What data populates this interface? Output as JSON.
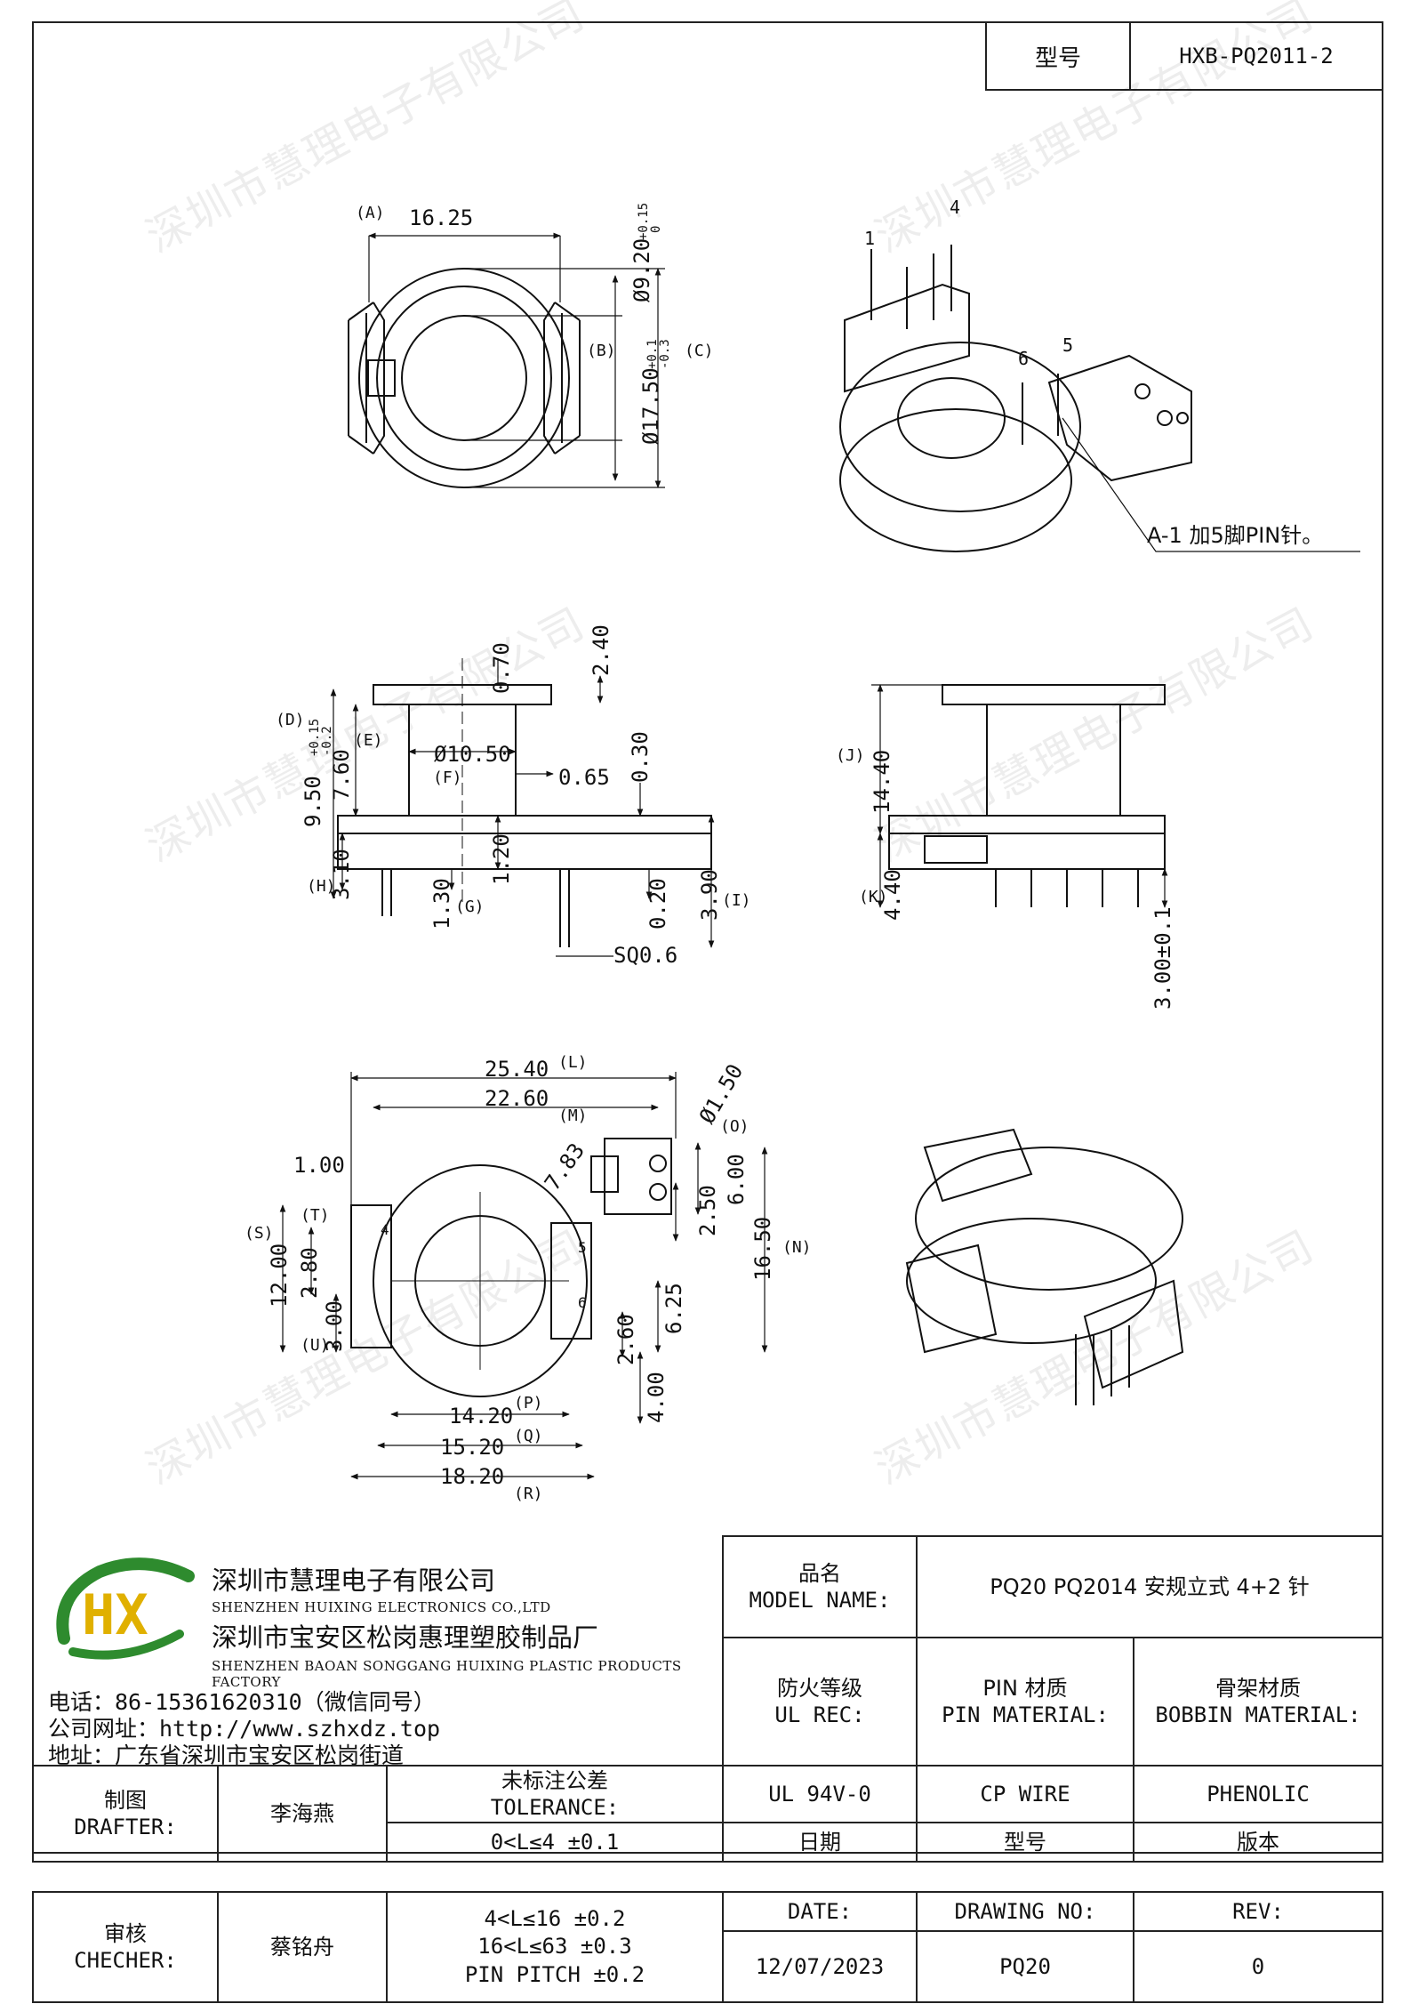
{
  "header": {
    "model_label": "型号",
    "model_value": "HXB-PQ2011-2"
  },
  "watermark_text": "深圳市慧理电子有限公司",
  "drawing": {
    "top_view": {
      "A": "(A)",
      "dim_a": "16.25",
      "B": "(B)",
      "dim_b": "Ø9.20",
      "dim_b_tol_up": "+0.15",
      "dim_b_tol_low": "0",
      "C": "(C)",
      "dim_c": "Ø17.50",
      "dim_c_tol_up": "+0.1",
      "dim_c_tol_low": "-0.3"
    },
    "iso_view_1": {
      "pin1": "1",
      "pin4": "4",
      "pin5": "5",
      "pin6": "6",
      "note": "A-1 加5脚PIN针。"
    },
    "side_view": {
      "D": "(D)",
      "E": "(E)",
      "F": "(F)",
      "G": "(G)",
      "H": "(H)",
      "I": "(I)",
      "dim_940": "9.50",
      "dim_940_tol_up": "+0.15",
      "dim_940_tol_low": "-0.2",
      "dim_760": "7.60",
      "dim_070": "0.70",
      "dim_240": "2.40",
      "dim_1050": "Ø10.50",
      "dim_065": "0.65",
      "dim_030": "0.30",
      "dim_120": "1.20",
      "dim_310": "3.10",
      "dim_130": "1.30",
      "dim_020": "0.20",
      "dim_390": "3.90",
      "dim_sq": "SQ0.6"
    },
    "front_view": {
      "J": "(J)",
      "K": "(K)",
      "dim_1440": "14.40",
      "dim_440": "4.40",
      "dim_300": "3.00±0.1"
    },
    "bottom_view": {
      "L": "(L)",
      "M": "(M)",
      "N": "(N)",
      "O": "(O)",
      "P": "(P)",
      "Q": "(Q)",
      "R": "(R)",
      "S": "(S)",
      "T": "(T)",
      "U": "(U)",
      "dim_2540": "25.40",
      "dim_2260": "22.60",
      "dim_150": "Ø1.50",
      "dim_783": "7.83",
      "dim_100": "1.00",
      "dim_600": "6.00",
      "dim_250": "2.50",
      "dim_1650": "16.50",
      "dim_1200": "12.00",
      "dim_280": "2.80",
      "dim_300": "3.00",
      "dim_625": "6.25",
      "dim_260": "2.60",
      "dim_400": "4.00",
      "dim_1420": "14.20",
      "dim_1520": "15.20",
      "dim_1820": "18.20",
      "pin4": "4",
      "pin5": "5",
      "pin6": "6"
    }
  },
  "company": {
    "name_cn": "深圳市慧理电子有限公司",
    "name_en": "SHENZHEN HUIXING ELECTRONICS CO.,LTD",
    "factory_cn": "深圳市宝安区松岗惠理塑胶制品厂",
    "factory_en": "SHENZHEN BAOAN SONGGANG HUIXING PLASTIC PRODUCTS FACTORY",
    "phone": "电话：86-15361620310（微信同号）",
    "website": "公司网址：http://www.szhxdz.top",
    "address": "地址：广东省深圳市宝安区松岗街道",
    "logo_letters": "HX"
  },
  "title_block": {
    "product_label_cn": "品名",
    "product_label_en": "MODEL NAME:",
    "product_value": "PQ20 PQ2014 安规立式 4+2 针",
    "fire_label_cn": "防火等级",
    "fire_label_en": "UL REC:",
    "pin_label_cn": "PIN 材质",
    "pin_label_en": "PIN MATERIAL:",
    "bobbin_label_cn": "骨架材质",
    "bobbin_label_en": "BOBBIN MATERIAL:",
    "drafter_label_cn": "制图",
    "drafter_label_en": "DRAFTER:",
    "drafter_name": "李海燕",
    "tolerance_label_cn": "未标注公差",
    "tolerance_label_en": "TOLERANCE:",
    "tol_1": "0<L≤4  ±0.1",
    "fire_value": "UL 94V-0",
    "pin_value": "CP WIRE",
    "bobbin_value": "PHENOLIC",
    "date_label_cn": "日期",
    "model_label_cn": "型号",
    "rev_label_cn": "版本",
    "checker_label_cn": "审核",
    "checker_label_en": "CHECHER:",
    "checker_name": "蔡铭舟",
    "tol_2": "4<L≤16 ±0.2",
    "tol_3": "16<L≤63 ±0.3",
    "tol_4": "PIN PITCH ±0.2",
    "date_label_en": "DATE:",
    "drawing_no_label": "DRAWING NO:",
    "rev_label_en": "REV:",
    "date_value": "12/07/2023",
    "drawing_no_value": "PQ20",
    "rev_value": "0"
  }
}
